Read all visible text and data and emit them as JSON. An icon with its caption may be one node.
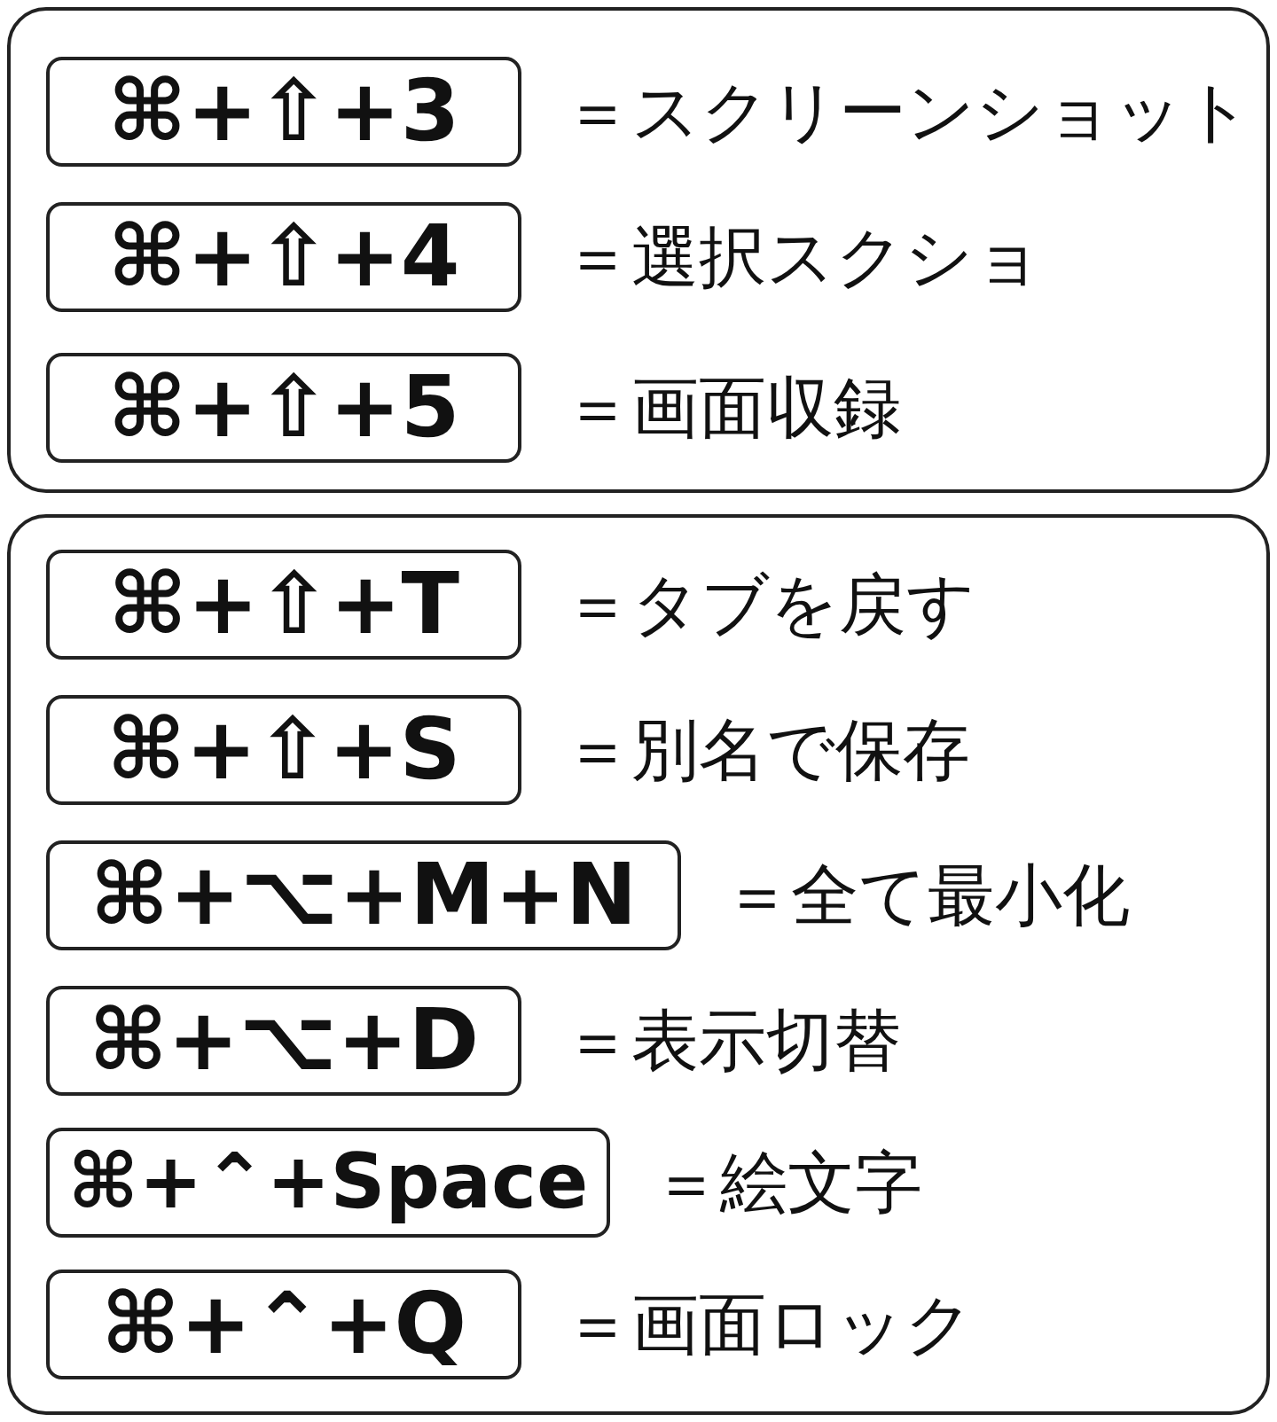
{
  "diagram": {
    "nodes": [
      {
        "text": [],
        "shape": "box"
      },
      {
        "text": [
          "⌘+⇧+3"
        ],
        "beside": [
          "＝スクリーンショット"
        ],
        "in": 0
      },
      {
        "text": [
          "⌘+⇧+4"
        ],
        "beside": [
          "＝選択スクショ"
        ],
        "in": 0
      },
      {
        "text": [
          "⌘+⇧+5"
        ],
        "beside": [
          "＝画面収録"
        ],
        "in": 0
      },
      {
        "text": [],
        "shape": "box"
      },
      {
        "text": [
          "⌘+⇧+T"
        ],
        "beside": [
          "＝タブを戻す"
        ],
        "in": 4
      },
      {
        "text": [
          "⌘+⇧+S"
        ],
        "beside": [
          "＝別名で保存"
        ],
        "in": 4
      },
      {
        "text": [
          "⌘+⌥+M+N"
        ],
        "beside": [
          "＝全て最小化"
        ],
        "in": 4
      },
      {
        "text": [
          "⌘+⌥+D"
        ],
        "beside": [
          "＝表示切替"
        ],
        "in": 4
      },
      {
        "text": [
          "⌘+⌃+Space"
        ],
        "beside": [
          "＝絵文字"
        ],
        "in": 4
      },
      {
        "text": [
          "⌘+⌃+Q"
        ],
        "beside": [
          "＝画面ロック"
        ],
        "in": 4
      }
    ]
  }
}
